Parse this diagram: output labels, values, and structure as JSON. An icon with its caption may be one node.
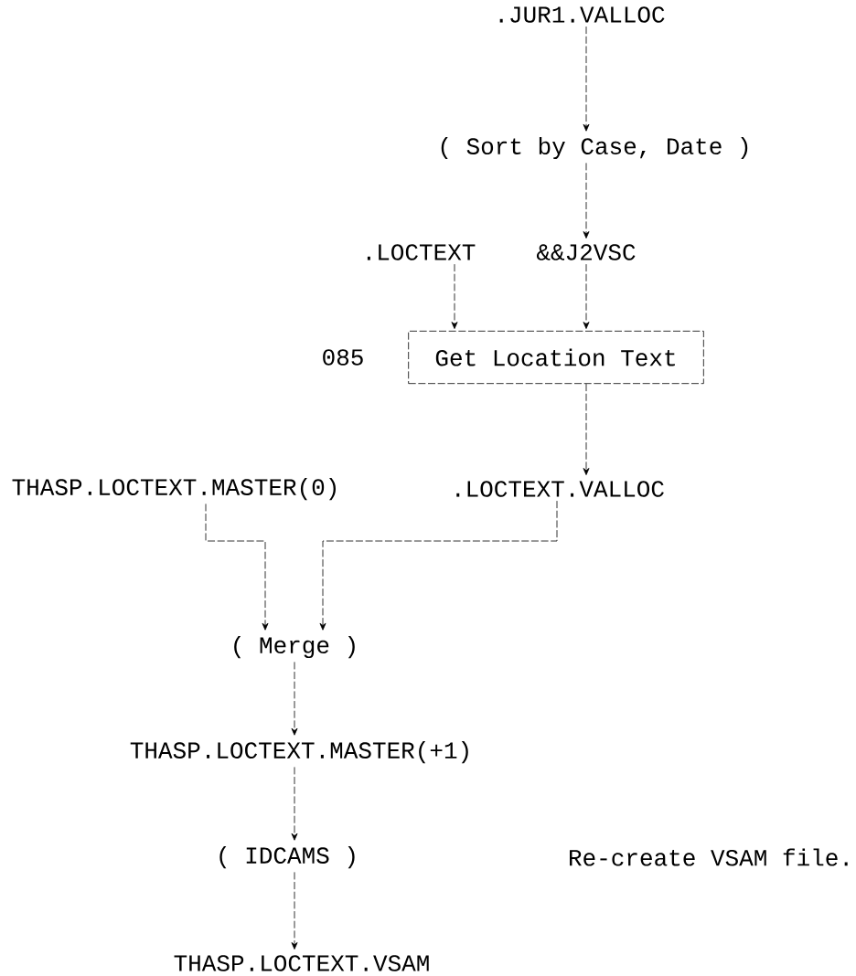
{
  "diagram": {
    "nodes": [
      {
        "text": [
          ".JUR1.VALLOC"
        ]
      },
      {
        "text": [
          "( Sort by Case, Date )"
        ]
      },
      {
        "text": [
          ".LOCTEXT"
        ]
      },
      {
        "text": [
          "&&J2VSC"
        ]
      },
      {
        "text": [
          "Get Location Text"
        ],
        "beside": [
          "085"
        ]
      },
      {
        "text": [
          ".LOCTEXT.VALLOC"
        ]
      },
      {
        "text": [
          "THASP.LOCTEXT.MASTER(0)"
        ]
      },
      {
        "text": [
          "( Merge )"
        ]
      },
      {
        "text": [
          "THASP.LOCTEXT.MASTER(+1)"
        ]
      },
      {
        "text": [
          "( IDCAMS )"
        ]
      },
      {
        "text": [
          "THASP.LOCTEXT.VSAM"
        ]
      }
    ],
    "edges": [
      {
        "from": 0,
        "to": 1,
        "arrow": "to"
      },
      {
        "from": 1,
        "to": 3,
        "arrow": "to"
      },
      {
        "from": 2,
        "to": 4,
        "arrow": "to"
      },
      {
        "from": 3,
        "to": 4,
        "arrow": "to"
      },
      {
        "from": 4,
        "to": 5,
        "arrow": "to"
      },
      {
        "from": 6,
        "to": 7,
        "arrow": "to"
      },
      {
        "from": 5,
        "to": 7,
        "arrow": "to"
      },
      {
        "from": 7,
        "to": 8,
        "arrow": "to"
      },
      {
        "from": 8,
        "to": 9,
        "arrow": "to"
      },
      {
        "from": 9,
        "to": 10,
        "arrow": "to"
      }
    ],
    "labels": [
      "Re-create VSAM file."
    ]
  }
}
